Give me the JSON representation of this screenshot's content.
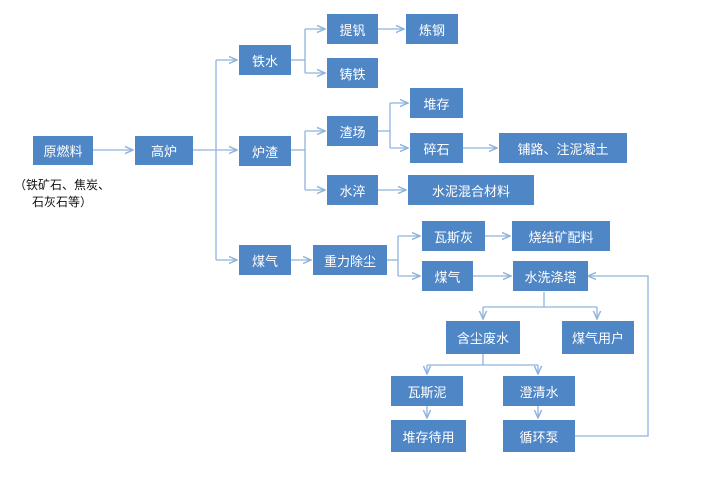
{
  "diagram": {
    "colors": {
      "node_fill": "#4f86c6",
      "node_text": "#ffffff",
      "line": "#8fb3dd"
    },
    "nodes": {
      "raw_fuel": "原燃料",
      "raw_fuel_note_line1": "（铁矿石、焦炭、",
      "raw_fuel_note_line2": "石灰石等）",
      "blast_furnace": "高炉",
      "molten_iron": "铁水",
      "vanadium_extraction": "提钒",
      "steelmaking": "炼钢",
      "cast_iron": "铸铁",
      "furnace_slag": "炉渣",
      "slag_yard": "渣场",
      "stockpile": "堆存",
      "crushed_stone": "碎石",
      "road_concrete": "铺路、注泥凝土",
      "water_quench": "水淬",
      "cement_material": "水泥混合材料",
      "gas": "煤气",
      "gravity_dedust": "重力除尘",
      "gas_ash": "瓦斯灰",
      "sinter_batching": "烧结矿配料",
      "gas_2": "煤气",
      "washing_tower": "水洗涤塔",
      "dusty_wastewater": "含尘废水",
      "gas_users": "煤气用户",
      "gas_sludge": "瓦斯泥",
      "clarified_water": "澄清水",
      "stored_for_use": "堆存待用",
      "circulation_pump": "循环泵"
    }
  }
}
